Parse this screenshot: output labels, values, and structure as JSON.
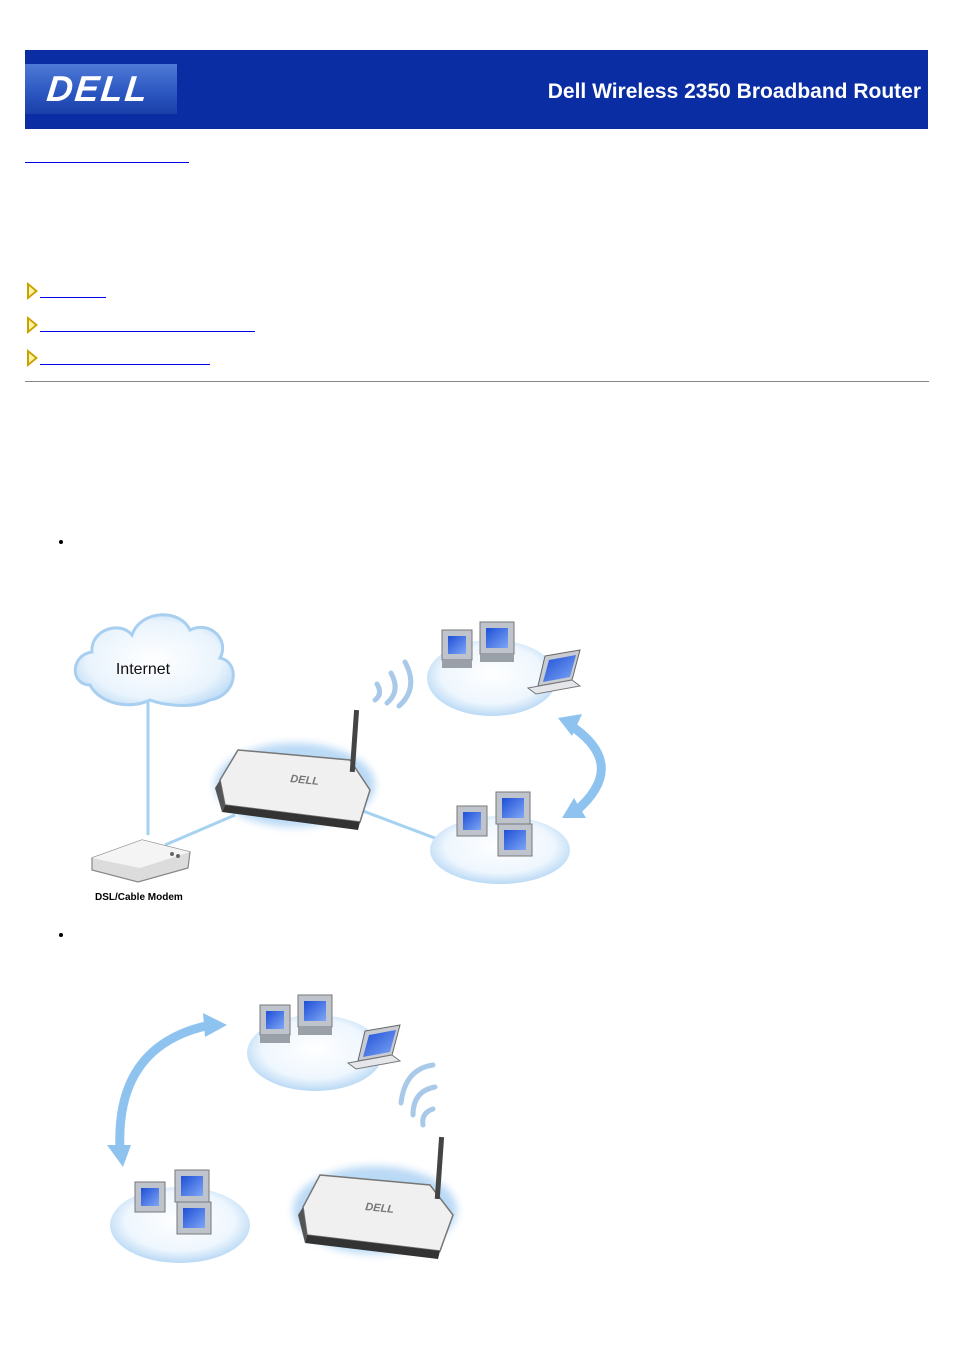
{
  "header": {
    "logo": "DELL",
    "title": "Dell Wireless 2350 Broadband Router"
  },
  "diagram1": {
    "internet_label": "Internet",
    "modem_label": "DSL/Cable Modem"
  },
  "colors": {
    "banner": "#0a2da4",
    "link": "#0000ee",
    "arrow": "#c9a200",
    "accent_blue": "#8fc3ef"
  }
}
